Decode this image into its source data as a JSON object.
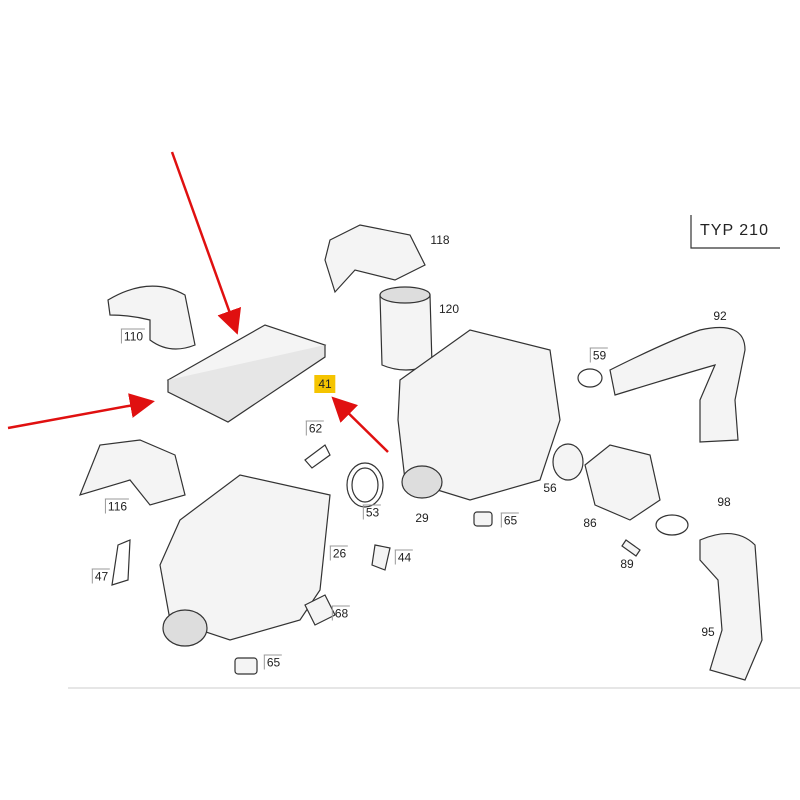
{
  "title": "TYP 210",
  "highlight_color": "#f5c400",
  "arrow_color": "#e01010",
  "parts": [
    {
      "id": "118",
      "label": "118"
    },
    {
      "id": "120",
      "label": "120"
    },
    {
      "id": "110",
      "label": "110"
    },
    {
      "id": "92",
      "label": "92"
    },
    {
      "id": "59",
      "label": "59"
    },
    {
      "id": "41",
      "label": "41",
      "highlighted": true
    },
    {
      "id": "62",
      "label": "62"
    },
    {
      "id": "116",
      "label": "116"
    },
    {
      "id": "56",
      "label": "56"
    },
    {
      "id": "98",
      "label": "98"
    },
    {
      "id": "86",
      "label": "86"
    },
    {
      "id": "53",
      "label": "53"
    },
    {
      "id": "29",
      "label": "29"
    },
    {
      "id": "65a",
      "label": "65"
    },
    {
      "id": "26",
      "label": "26"
    },
    {
      "id": "44",
      "label": "44"
    },
    {
      "id": "47",
      "label": "47"
    },
    {
      "id": "68",
      "label": "68"
    },
    {
      "id": "89",
      "label": "89"
    },
    {
      "id": "95",
      "label": "95"
    },
    {
      "id": "65b",
      "label": "65"
    }
  ]
}
